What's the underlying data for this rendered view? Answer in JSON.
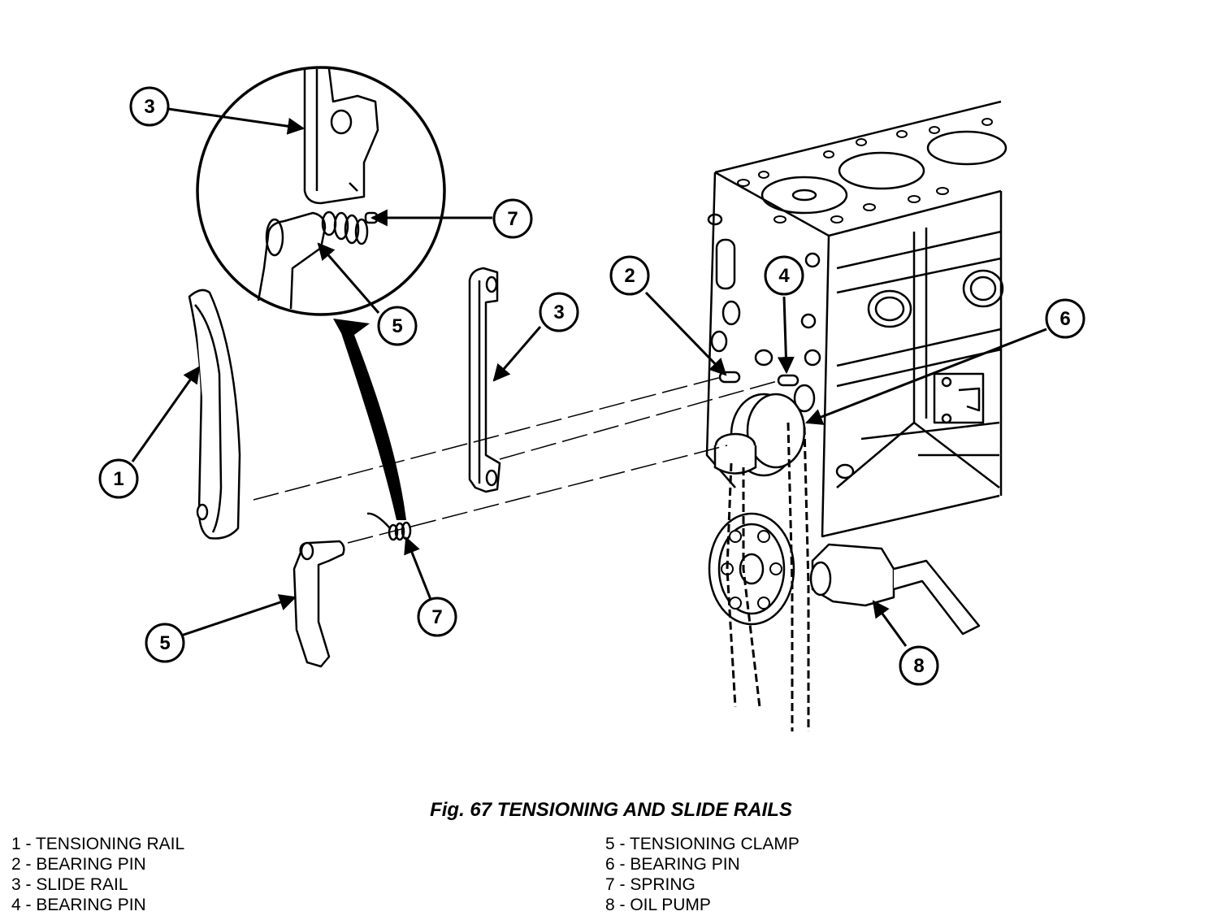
{
  "figure": {
    "caption": "Fig. 67 TENSIONING AND SLIDE RAILS",
    "callouts": [
      "3",
      "7",
      "5",
      "1",
      "3",
      "2",
      "4",
      "6",
      "7",
      "5",
      "8"
    ]
  },
  "legend": {
    "left": [
      "1 - TENSIONING RAIL",
      "2 - BEARING PIN",
      "3 - SLIDE RAIL",
      "4 - BEARING PIN"
    ],
    "right": [
      "5 - TENSIONING CLAMP",
      "6 - BEARING PIN",
      "7 - SPRING",
      "8 - OIL PUMP"
    ]
  }
}
